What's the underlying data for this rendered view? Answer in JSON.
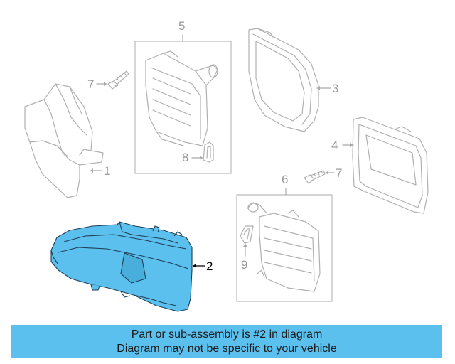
{
  "diagram": {
    "callouts": [
      {
        "id": "c1",
        "label": "1"
      },
      {
        "id": "c2",
        "label": "2"
      },
      {
        "id": "c3",
        "label": "3"
      },
      {
        "id": "c4",
        "label": "4"
      },
      {
        "id": "c5",
        "label": "5"
      },
      {
        "id": "c6",
        "label": "6"
      },
      {
        "id": "c7a",
        "label": "7"
      },
      {
        "id": "c7b",
        "label": "7"
      },
      {
        "id": "c8",
        "label": "8"
      },
      {
        "id": "c9",
        "label": "9"
      }
    ],
    "highlight_color": "#5bc0ee",
    "line_color": "#aaaaaa"
  },
  "banner": {
    "line1": "Part or sub-assembly is #2 in diagram",
    "line2": "Diagram may not be specific to your vehicle",
    "background": "#5bc0ee"
  }
}
